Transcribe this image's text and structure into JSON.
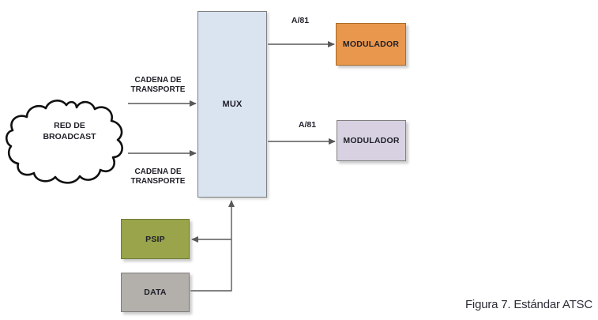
{
  "figure": {
    "caption": "Figura 7. Estándar ATSC"
  },
  "diagram": {
    "cloud": {
      "line1": "RED DE",
      "line2": "BROADCAST"
    },
    "inputs": {
      "top_label_line1": "CADENA DE",
      "top_label_line2": "TRANSPORTE",
      "bottom_label_line1": "CADENA DE",
      "bottom_label_line2": "TRANSPORTE"
    },
    "mux": {
      "label": "MUX",
      "fill": "#d9e4f0",
      "border": "#7f7f7f"
    },
    "outputs": {
      "top": {
        "protocol": "A/81",
        "label": "MODULADOR",
        "fill": "#e9974d",
        "border": "#a86a28"
      },
      "bottom": {
        "protocol": "A/81",
        "label": "MODULADOR",
        "fill": "#d7d1e1",
        "border": "#808080"
      }
    },
    "psip": {
      "label": "PSIP",
      "fill": "#99a44b",
      "border": "#6f7a37"
    },
    "data_box": {
      "label": "DATA",
      "fill": "#b3afab",
      "border": "#7d7d7d"
    },
    "line_color": "#595959",
    "cloud_outline_color": "#111111"
  }
}
